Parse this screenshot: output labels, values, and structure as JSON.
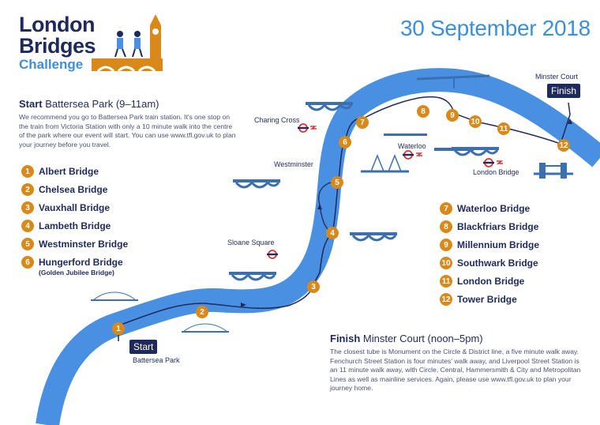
{
  "logo": {
    "line1": "London",
    "line2": "Bridges",
    "line3": "Challenge"
  },
  "date": "30 September 2018",
  "start": {
    "heading_bold": "Start",
    "heading_rest": " Battersea Park (9–11am)",
    "text": "We recommend you go to Battersea Park train station. It's one stop on the train from Victoria Station with only a 10 minute walk into the centre of the park where our event will start. You can use www.tfl.gov.uk to plan your journey before you travel.",
    "tag": "Start",
    "place": "Battersea Park"
  },
  "finish": {
    "heading_bold": "Finish",
    "heading_rest": " Minster Court (noon–5pm)",
    "text": "The closest tube is Monument on the Circle & District line, a five minute walk away. Fenchurch Street Station is four minutes' walk away, and Liverpool Street Station is an 11 minute walk away, with Circle, Central, Hammersmith & City and Metropolitan Lines as well as mainline services. Again, please use www.tfl.gov.uk to plan your journey home.",
    "tag": "Finish",
    "place": "Minster Court"
  },
  "bridges_left": [
    {
      "num": "1",
      "name": "Albert Bridge"
    },
    {
      "num": "2",
      "name": "Chelsea Bridge"
    },
    {
      "num": "3",
      "name": "Vauxhall Bridge"
    },
    {
      "num": "4",
      "name": "Lambeth Bridge"
    },
    {
      "num": "5",
      "name": "Westminster Bridge"
    },
    {
      "num": "6",
      "name": "Hungerford Bridge",
      "sub": "(Golden Jubilee Bridge)"
    }
  ],
  "bridges_right": [
    {
      "num": "7",
      "name": "Waterloo Bridge"
    },
    {
      "num": "8",
      "name": "Blackfriars Bridge"
    },
    {
      "num": "9",
      "name": "Millennium Bridge"
    },
    {
      "num": "10",
      "name": "Southwark Bridge"
    },
    {
      "num": "11",
      "name": "London Bridge"
    },
    {
      "num": "12",
      "name": "Tower Bridge"
    }
  ],
  "places": {
    "charing_cross": "Charing Cross",
    "westminster": "Westminster",
    "waterloo": "Waterloo",
    "london_bridge": "London Bridge",
    "sloane_square": "Sloane Square"
  },
  "colors": {
    "river": "#4a90e2",
    "navy": "#1f2a5c",
    "marker": "#d9891a",
    "accent": "#3d8fd9"
  }
}
